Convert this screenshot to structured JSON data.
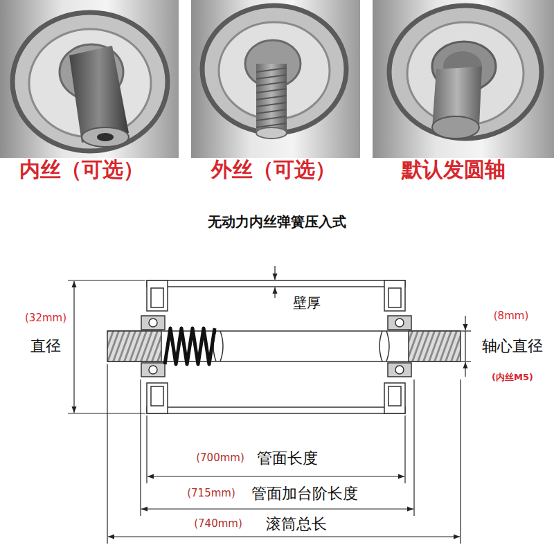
{
  "diagram": {
    "title": "无动力内丝弹簧压入式",
    "labels": [
      "内丝（可选）",
      "外丝（可选）",
      "默认发圆轴",
      "壁厚",
      "(32mm)",
      "直径",
      "(8mm)",
      "轴心直径",
      "(内丝M5)",
      "(700mm)",
      "管面长度",
      "(715mm)",
      "管面加台阶长度",
      "(740mm)",
      "滚筒总长"
    ]
  }
}
